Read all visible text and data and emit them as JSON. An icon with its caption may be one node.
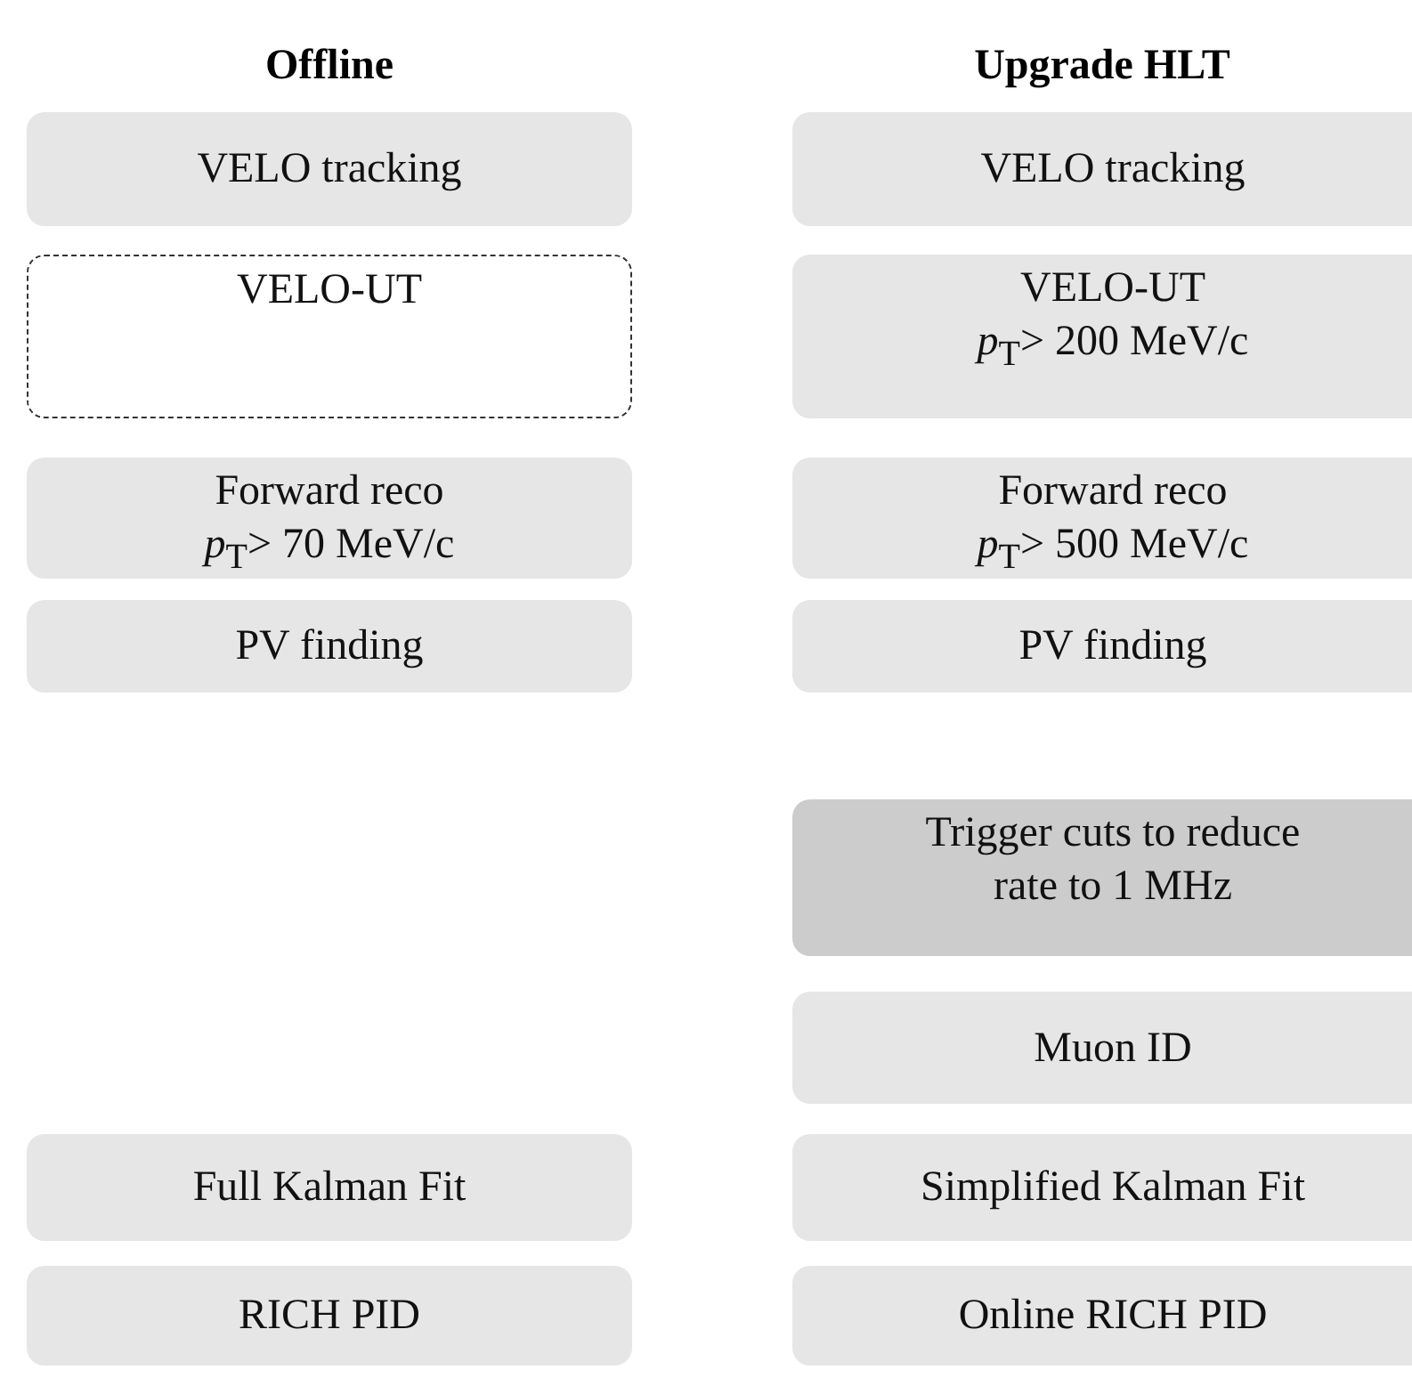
{
  "diagram": {
    "nodes": [
      {
        "text": [
          "VELO tracking"
        ]
      },
      {
        "text": [
          "VELO tracking"
        ]
      },
      {
        "text": [
          "VELO-UT"
        ]
      },
      {
        "text": [
          "VELO-UT",
          "*p*$_{T}$> 200 MeV/c"
        ]
      },
      {
        "text": [
          "Forward reco",
          "*p*$_{T}$> 70 MeV/c"
        ]
      },
      {
        "text": [
          "Forward reco",
          "*p*$_{T}$> 500 MeV/c"
        ]
      },
      {
        "text": [
          "PV finding"
        ]
      },
      {
        "text": [
          "PV finding"
        ]
      },
      {
        "text": [
          "Trigger cuts to reduce rate to 1 MHz"
        ]
      },
      {
        "text": [
          "Muon ID"
        ]
      },
      {
        "text": [
          "Full Kalman Fit"
        ]
      },
      {
        "text": [
          "Simplified Kalman Fit"
        ]
      },
      {
        "text": [
          "RICH PID"
        ]
      },
      {
        "text": [
          "Online RICH PID"
        ]
      }
    ],
    "edges": [],
    "labels": [
      "Offline",
      "Upgrade HLT"
    ]
  }
}
